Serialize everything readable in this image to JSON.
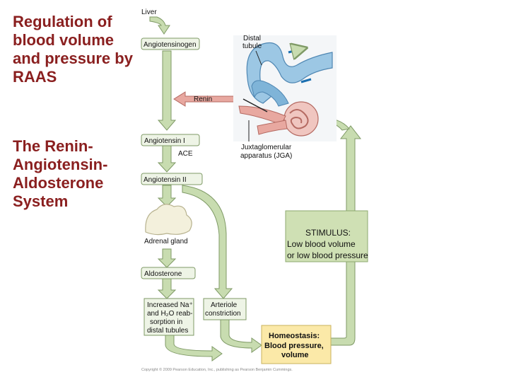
{
  "slide": {
    "title_main": "Regulation of blood volume and pressure by RAAS",
    "title_sub": "The Renin-Angiotensin-Aldosterone System"
  },
  "diagram": {
    "liver": "Liver",
    "angiotensinogen": "Angiotensinogen",
    "distal_tubule": [
      "Distal",
      "tubule"
    ],
    "renin": "Renin",
    "angiotensin_1": "Angiotensin I",
    "ace": "ACE",
    "jga": [
      "Juxtaglomerular",
      "apparatus (JGA)"
    ],
    "angiotensin_2": "Angiotensin II",
    "adrenal_gland": "Adrenal gland",
    "stimulus": [
      "STIMULUS:",
      "Low blood volume",
      "or low blood pressure"
    ],
    "aldosterone": "Aldosterone",
    "increased_na": [
      "Increased Na⁺",
      "and H₂O reab-",
      "sorption in",
      "distal tubules"
    ],
    "arteriole": [
      "Arteriole",
      "constriction"
    ],
    "homeostasis": [
      "Homeostasis:",
      "Blood pressure,",
      "volume"
    ],
    "copyright": "Copyright © 2009 Pearson Education, Inc., publishing as Pearson Benjamin Cummings."
  },
  "colors": {
    "title_red": "#8a1f1f",
    "arrow_green": "#c8dcb0",
    "arrow_stroke": "#7f9a66",
    "tubule_blue": "#9cc7e4",
    "stimulus_box": "#cfe0b4",
    "homeostasis_box": "#fbe9a8"
  }
}
